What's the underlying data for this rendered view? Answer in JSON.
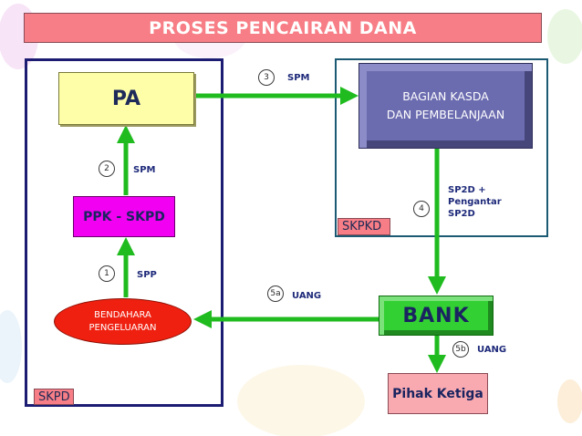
{
  "title": "PROSES PENCAIRAN DANA",
  "groups": {
    "skpd": "SKPD",
    "skpkd": "SKPKD"
  },
  "nodes": {
    "pa": "PA",
    "ppk": "PPK - SKPD",
    "bendahara_line1": "BENDAHARA",
    "bendahara_line2": "PENGELUARAN",
    "bagian_line1": "BAGIAN KASDA",
    "bagian_line2": "DAN PEMBELANJAAN",
    "bank": "BANK",
    "pihak": "Pihak Ketiga"
  },
  "steps": {
    "s1": {
      "num": "1",
      "label": "SPP"
    },
    "s2": {
      "num": "2",
      "label": "SPM"
    },
    "s3": {
      "num": "3",
      "label": "SPM"
    },
    "s4": {
      "num": "4",
      "label_line1": "SP2D +",
      "label_line2": "Pengantar",
      "label_line3": "SP2D"
    },
    "s5a": {
      "num": "5a",
      "label": "UANG"
    },
    "s5b": {
      "num": "5b",
      "label": "UANG"
    }
  },
  "colors": {
    "arrow": "#1fbb1f",
    "title_bg": "#f77e86",
    "skpd_border": "#1c1c73",
    "skpkd_border": "#1c5a73"
  }
}
